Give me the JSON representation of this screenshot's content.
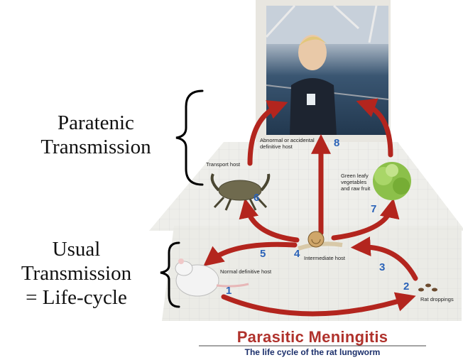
{
  "side_labels": {
    "paratenic": [
      "Paratenic",
      "Transmission"
    ],
    "usual": [
      "Usual",
      "Transmission",
      "= Life-cycle"
    ]
  },
  "title": "Parasitic Meningitis",
  "subtitle": "The life cycle of the rat lungworm",
  "hosts": {
    "normal_definitive": "Normal definitive host",
    "rat_droppings": "Rat droppings",
    "intermediate": "Intermediate host",
    "transport": "Transport host",
    "abnormal": [
      "Abnormal or accidental",
      "definitive host"
    ],
    "vegetables": [
      "Green leafy",
      "vegetables",
      "and raw fruit"
    ]
  },
  "steps": [
    "1",
    "2",
    "3",
    "4",
    "5",
    "6",
    "7",
    "8"
  ],
  "colors": {
    "arrow": "#b3251e",
    "step_number": "#2a62b8",
    "title": "#b0322c",
    "subtitle": "#1b2f6b",
    "sea": "#2b4560",
    "sky": "#c7d0da",
    "board": "#ecebe6"
  }
}
